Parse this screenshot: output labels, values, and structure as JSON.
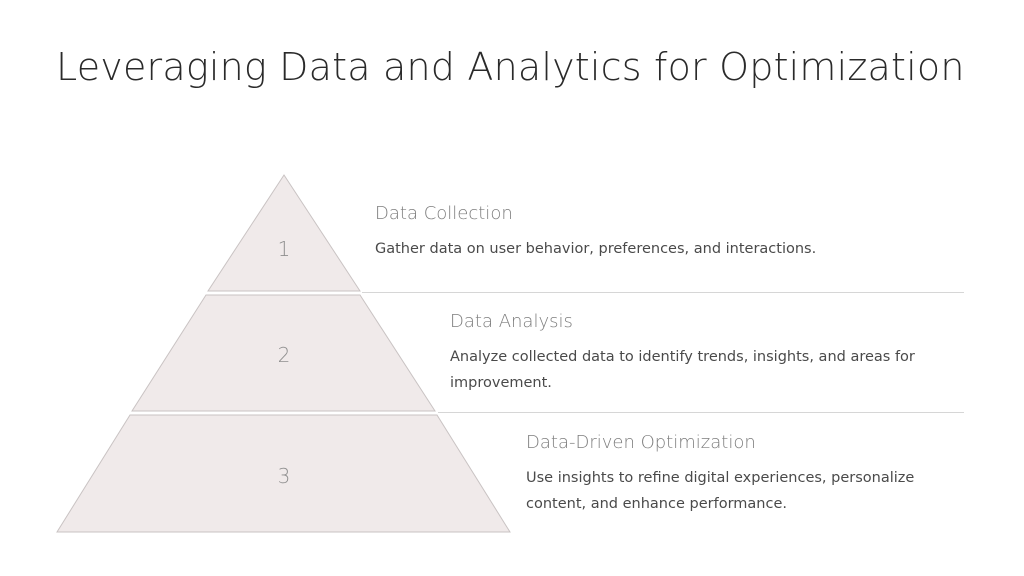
{
  "slide": {
    "title": "Leveraging Data and Analytics for Optimization",
    "steps": [
      {
        "number": "1",
        "title": "Data Collection",
        "description": "Gather data on user behavior, preferences, and interactions."
      },
      {
        "number": "2",
        "title": "Data Analysis",
        "description": "Analyze collected data to identify trends, insights, and areas for improvement."
      },
      {
        "number": "3",
        "title": "Data-Driven Optimization",
        "description": "Use insights to refine digital experiences, personalize content, and enhance performance."
      }
    ]
  },
  "colors": {
    "tier_fill": "#f0eaea",
    "tier_stroke": "#c9c3c3",
    "title_text": "#2a2a2a",
    "step_title_text": "#7d7d7d",
    "step_desc_text": "#4a4a4a",
    "divider": "#d6d6d6"
  }
}
